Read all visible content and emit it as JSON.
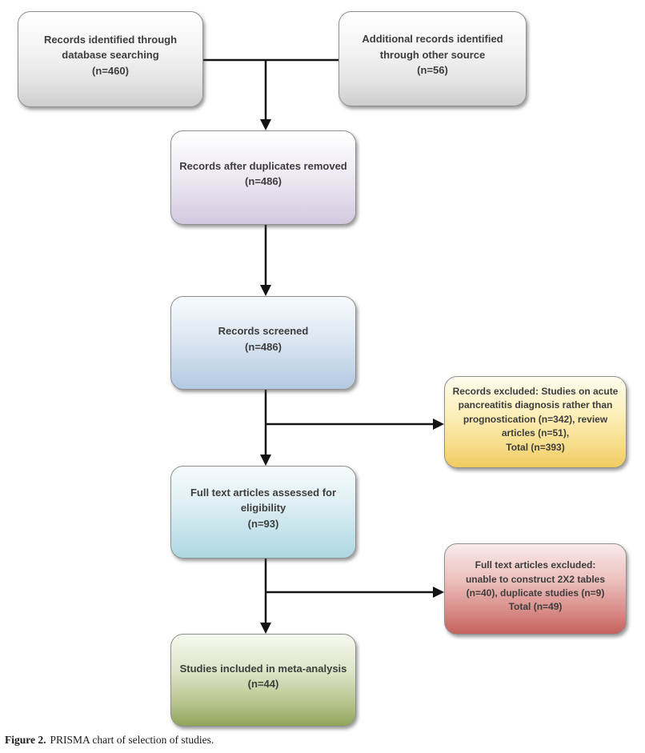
{
  "figure": {
    "caption_label": "Figure 2.",
    "caption_text": "PRISMA chart of selection of studies."
  },
  "diagram_type": "PRISMA flowchart",
  "flow": {
    "identified_db": {
      "text": "Records identified through\ndatabase searching\n(n=460)",
      "n": 460,
      "fill": "#cdcdcd"
    },
    "identified_other": {
      "text": "Additional records identified\nthrough other source\n(n=56)",
      "n": 56,
      "fill": "#cdcdcd"
    },
    "after_duplicates": {
      "text": "Records after duplicates removed\n(n=486)",
      "n": 486,
      "fill": "#d3c9df"
    },
    "screened": {
      "text": "Records screened\n(n=486)",
      "n": 486,
      "fill": "#b2cae1"
    },
    "excluded_screening": {
      "text": "Records excluded: Studies on acute\npancreatitis diagnosis rather than\nprognostication (n=342), review\narticles (n=51),\nTotal (n=393)",
      "n": 393,
      "fill": "#f0cb60"
    },
    "fulltext_assessed": {
      "text": "Full text articles assessed for\neligibility\n(n=93)",
      "n": 93,
      "fill": "#aed8e2"
    },
    "excluded_fulltext": {
      "text": "Full text articles excluded:\nunable to construct 2X2 tables\n(n=40), duplicate studies (n=9)\nTotal (n=49)",
      "n": 49,
      "fill": "#c5615d"
    },
    "included": {
      "text": "Studies included in meta-analysis\n(n=44)",
      "n": 44,
      "fill": "#90a55c"
    }
  },
  "edges": [
    {
      "from": "identified_db",
      "to": "after_duplicates"
    },
    {
      "from": "identified_other",
      "to": "after_duplicates"
    },
    {
      "from": "after_duplicates",
      "to": "screened"
    },
    {
      "from": "screened",
      "to": "excluded_screening"
    },
    {
      "from": "screened",
      "to": "fulltext_assessed"
    },
    {
      "from": "fulltext_assessed",
      "to": "excluded_fulltext"
    },
    {
      "from": "fulltext_assessed",
      "to": "included"
    }
  ]
}
